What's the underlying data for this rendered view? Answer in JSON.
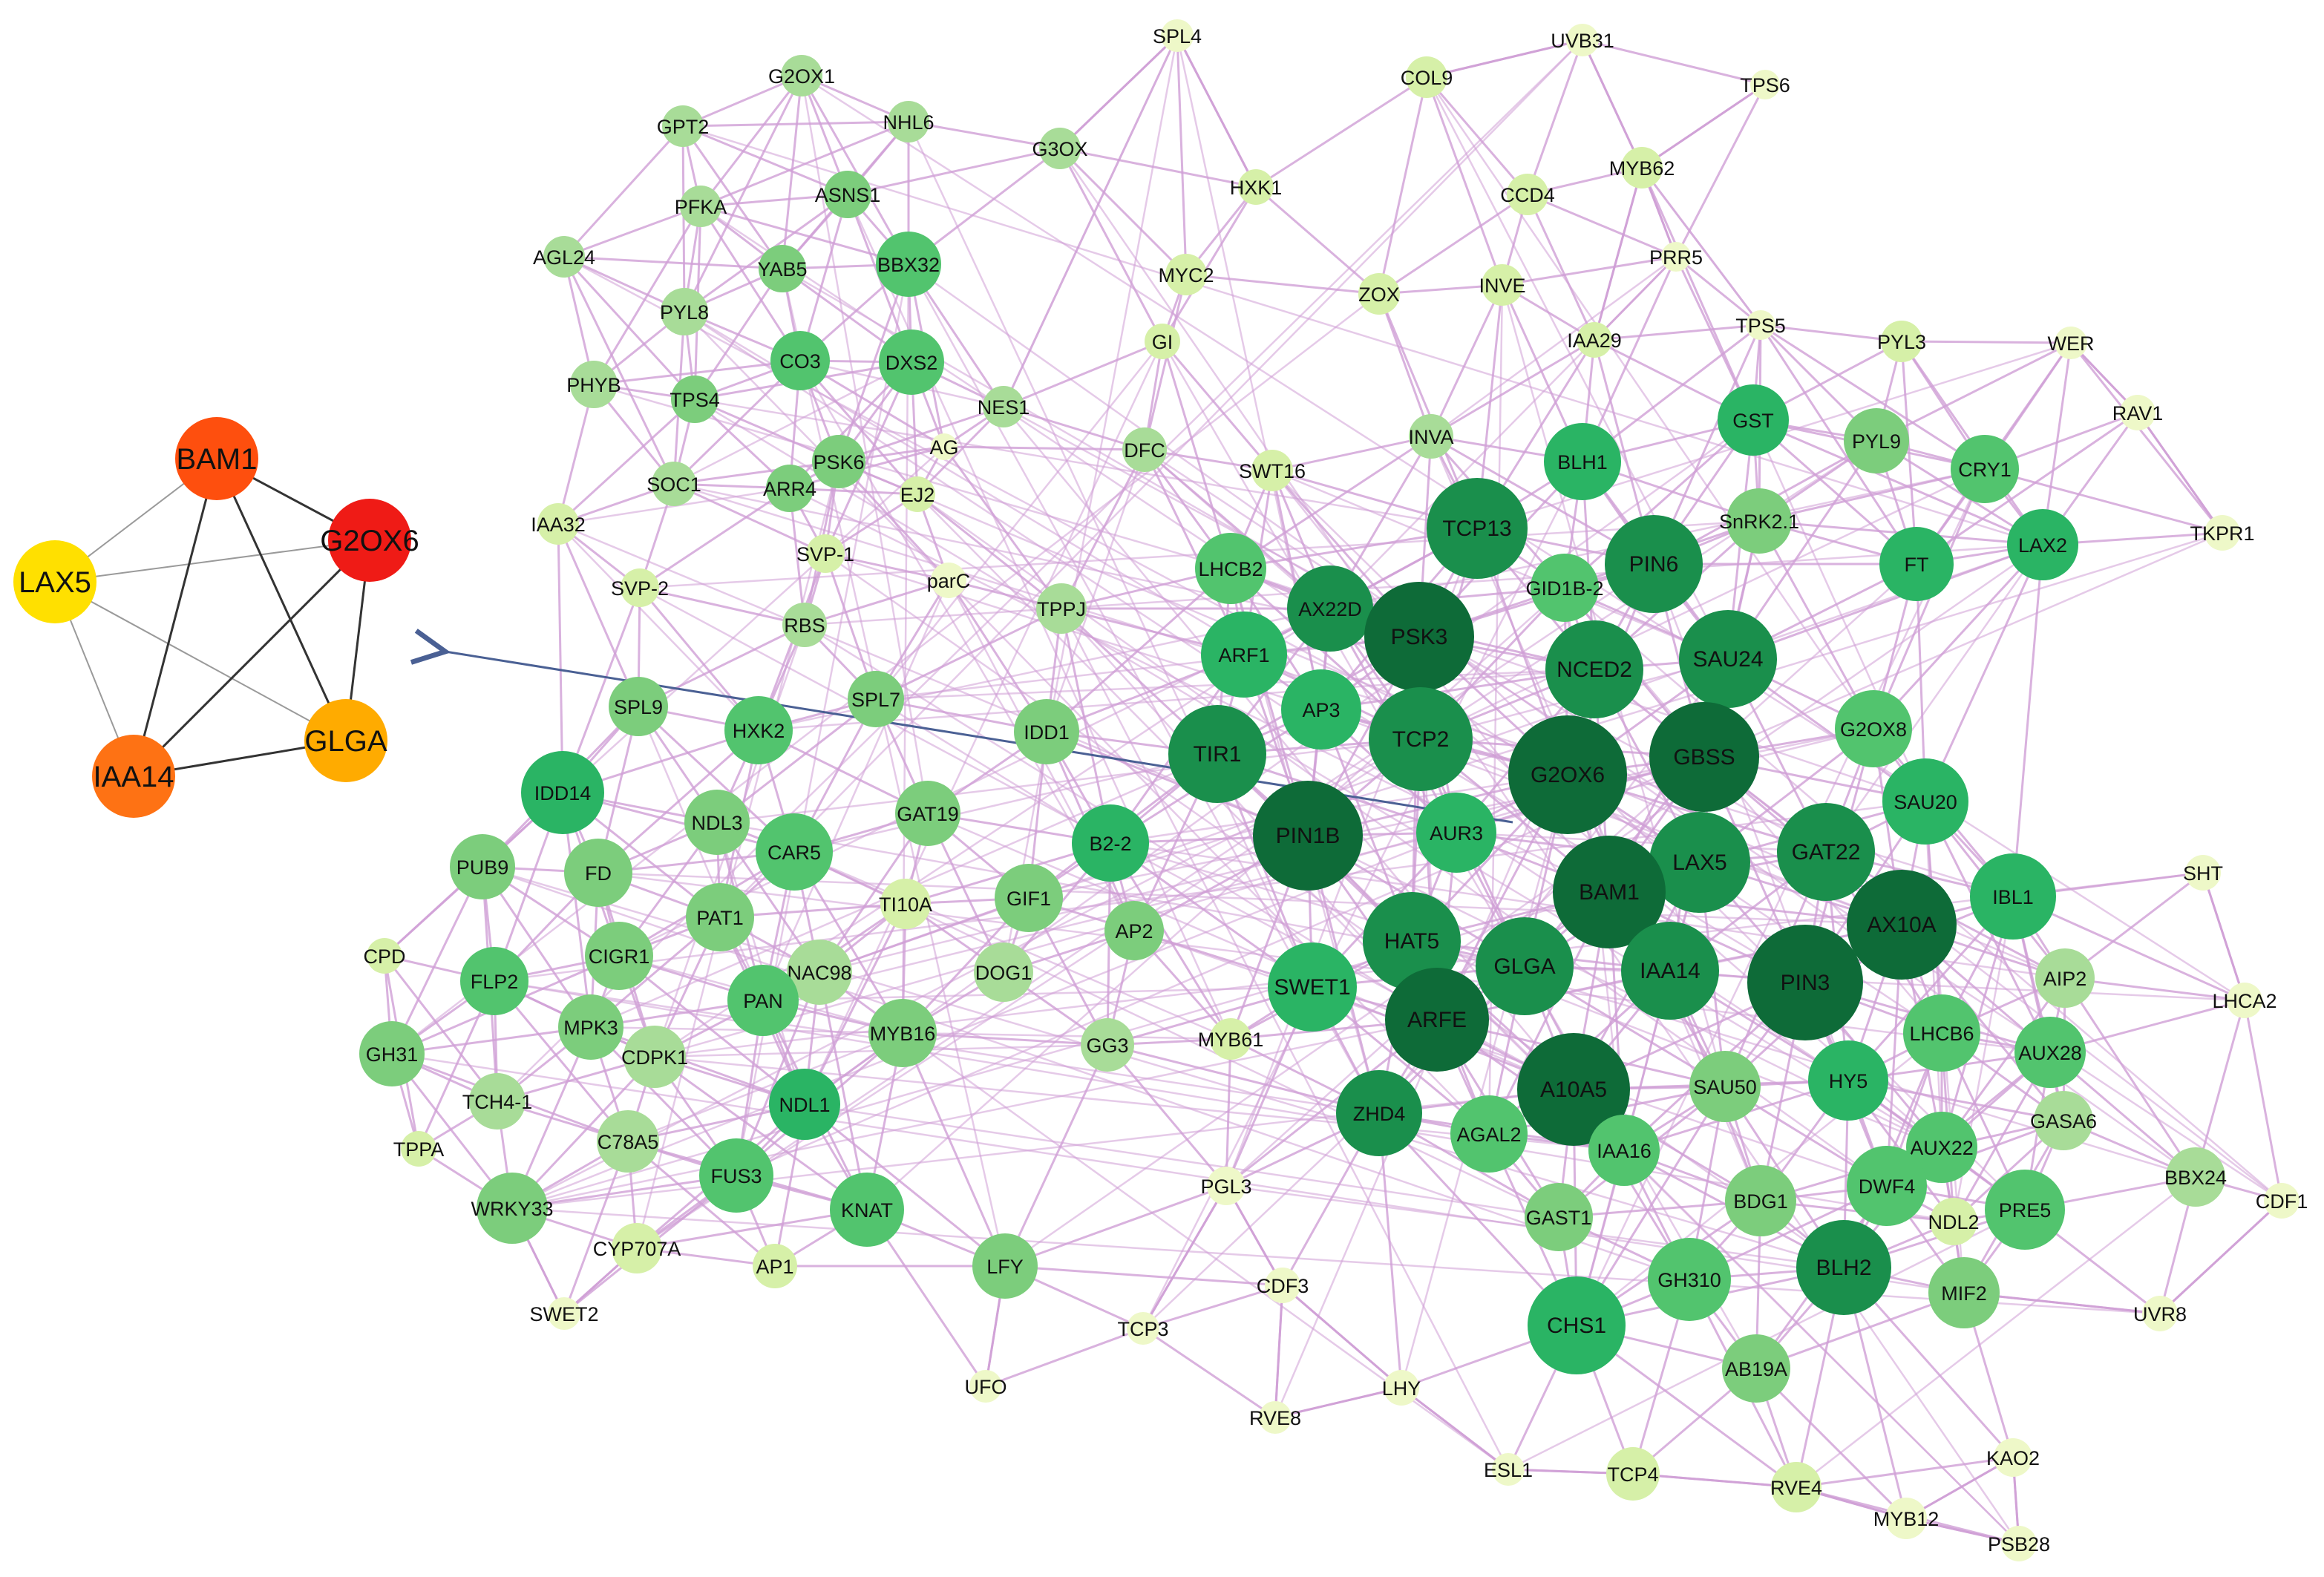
{
  "colors": {
    "edge": "#cf9fd6",
    "hub_edge": "#333333",
    "arrow": "#4a6094",
    "node_text": "#111111",
    "green_scale": [
      "#eef8c8",
      "#d6f0a8",
      "#a8dc98",
      "#7ccd7c",
      "#52c46e",
      "#2ab464",
      "#1a8f4c",
      "#0e6b38"
    ],
    "hub_colors": {
      "BAM1": "#fe4f0e",
      "G2OX6": "#ef1b16",
      "LAX5": "#ffe000",
      "IAA14": "#fe7214",
      "GLGA": "#ffab00"
    }
  },
  "hub_network": {
    "nodes": [
      "BAM1",
      "G2OX6",
      "LAX5",
      "IAA14",
      "GLGA"
    ],
    "strong_edges": [
      [
        "BAM1",
        "G2OX6"
      ],
      [
        "BAM1",
        "IAA14"
      ],
      [
        "BAM1",
        "GLGA"
      ],
      [
        "G2OX6",
        "IAA14"
      ],
      [
        "G2OX6",
        "GLGA"
      ],
      [
        "IAA14",
        "GLGA"
      ]
    ],
    "weak_edges": [
      [
        "LAX5",
        "BAM1"
      ],
      [
        "LAX5",
        "G2OX6"
      ],
      [
        "LAX5",
        "IAA14"
      ],
      [
        "LAX5",
        "GLGA"
      ]
    ]
  },
  "network": {
    "nodes": [
      "SPL4",
      "UVB31",
      "G2OX1",
      "COL9",
      "TPS6",
      "GPT2",
      "NHL6",
      "G3OX",
      "MYB62",
      "HXK1",
      "CCD4",
      "PFKA",
      "ASNS1",
      "AGL24",
      "YAB5",
      "BBX32",
      "MYC2",
      "PRR5",
      "ZOX",
      "INVE",
      "PYL8",
      "GI",
      "TPS5",
      "IAA29",
      "PYL3",
      "WER",
      "PHYB",
      "TPS4",
      "CO3",
      "DXS2",
      "NES1",
      "RAV1",
      "AG",
      "PSK6",
      "DFC",
      "INVA",
      "GST",
      "SOC1",
      "ARR4",
      "EJ2",
      "SWT16",
      "BLH1",
      "PYL9",
      "CRY1",
      "IAA32",
      "SVP-1",
      "TCP13",
      "SnRK2.1",
      "LAX2",
      "TKPR1",
      "SVP-2",
      "parC",
      "TPPJ",
      "LHCB2",
      "PIN6",
      "FT",
      "GID1B-2",
      "AX22D",
      "PSK3",
      "RBS",
      "ARF1",
      "NCED2",
      "SAU24",
      "SPL7",
      "SPL9",
      "AP3",
      "HXK2",
      "IDD1",
      "TCP2",
      "GBSS",
      "G2OX8",
      "TIR1",
      "G2OX6",
      "IDD14",
      "SAU20",
      "GAT19",
      "NDL3",
      "B2-2",
      "AUR3",
      "PIN1B",
      "GAT22",
      "CAR5",
      "FD",
      "PUB9",
      "LAX5",
      "BAM1",
      "SHT",
      "TI10A",
      "GIF1",
      "IBL1",
      "AX10A",
      "PAT1",
      "AP2",
      "CIGR1",
      "CPD",
      "HAT5",
      "FLP2",
      "NAC98",
      "DOG1",
      "IAA14",
      "SWET1",
      "GLGA",
      "PIN3",
      "AIP2",
      "LHCA2",
      "MPK3",
      "PAN",
      "MYB61",
      "LHCB6",
      "ARFE",
      "GH31",
      "CDPK1",
      "MYB16",
      "GG3",
      "AUX28",
      "A10A5",
      "NDL1",
      "HY5",
      "TCH4-1",
      "ZHD4",
      "AGAL2",
      "SAU50",
      "GASA6",
      "TPPA",
      "C78A5",
      "IAA16",
      "AUX22",
      "WRKY33",
      "FUS3",
      "KNAT",
      "PGL3",
      "BBX24",
      "BDG1",
      "DWF4",
      "CDF1",
      "PRE5",
      "NDL2",
      "GAST1",
      "CYP707A",
      "AP1",
      "LFY",
      "BLH2",
      "GH310",
      "CDF3",
      "MIF2",
      "SWET2",
      "TCP3",
      "UVR8",
      "CHS1",
      "AB19A",
      "RVE8",
      "LHY",
      "UFO",
      "KAO2",
      "ESL1",
      "TCP4",
      "RVE4",
      "MYB12",
      "PSB28"
    ],
    "extra_edges": [
      [
        "SPL4",
        "HXK1"
      ],
      [
        "SPL4",
        "NES1"
      ],
      [
        "SPL4",
        "G3OX"
      ],
      [
        "UVB31",
        "COL9"
      ],
      [
        "UVB31",
        "MYB62"
      ],
      [
        "TPS6",
        "MYB62"
      ],
      [
        "MYB62",
        "PRR5"
      ],
      [
        "MYB62",
        "IAA29"
      ],
      [
        "MYB62",
        "TPS5"
      ],
      [
        "CDF3",
        "PGL3"
      ],
      [
        "CDF3",
        "LHY"
      ],
      [
        "CDF3",
        "RVE8"
      ],
      [
        "RVE8",
        "LHY"
      ],
      [
        "UFO",
        "LFY"
      ],
      [
        "PGL3",
        "TCP3"
      ],
      [
        "ESL1",
        "TCP4"
      ],
      [
        "KAO2",
        "PSB28"
      ],
      [
        "KAO2",
        "MYB12"
      ],
      [
        "UVR8",
        "CDF1"
      ],
      [
        "UVR8",
        "MIF2"
      ],
      [
        "SWET2",
        "WRKY33"
      ],
      [
        "SWET2",
        "CYP707A"
      ],
      [
        "RAV1",
        "TKPR1"
      ],
      [
        "RAV1",
        "WER"
      ],
      [
        "SHT",
        "LHCA2"
      ],
      [
        "TCP4",
        "RVE4"
      ],
      [
        "RVE4",
        "MYB12"
      ],
      [
        "MYB12",
        "PSB28"
      ],
      [
        "LHY",
        "ESL1"
      ]
    ],
    "hub_arrow": {
      "from": "AUR3",
      "to": "hub_panel"
    }
  }
}
